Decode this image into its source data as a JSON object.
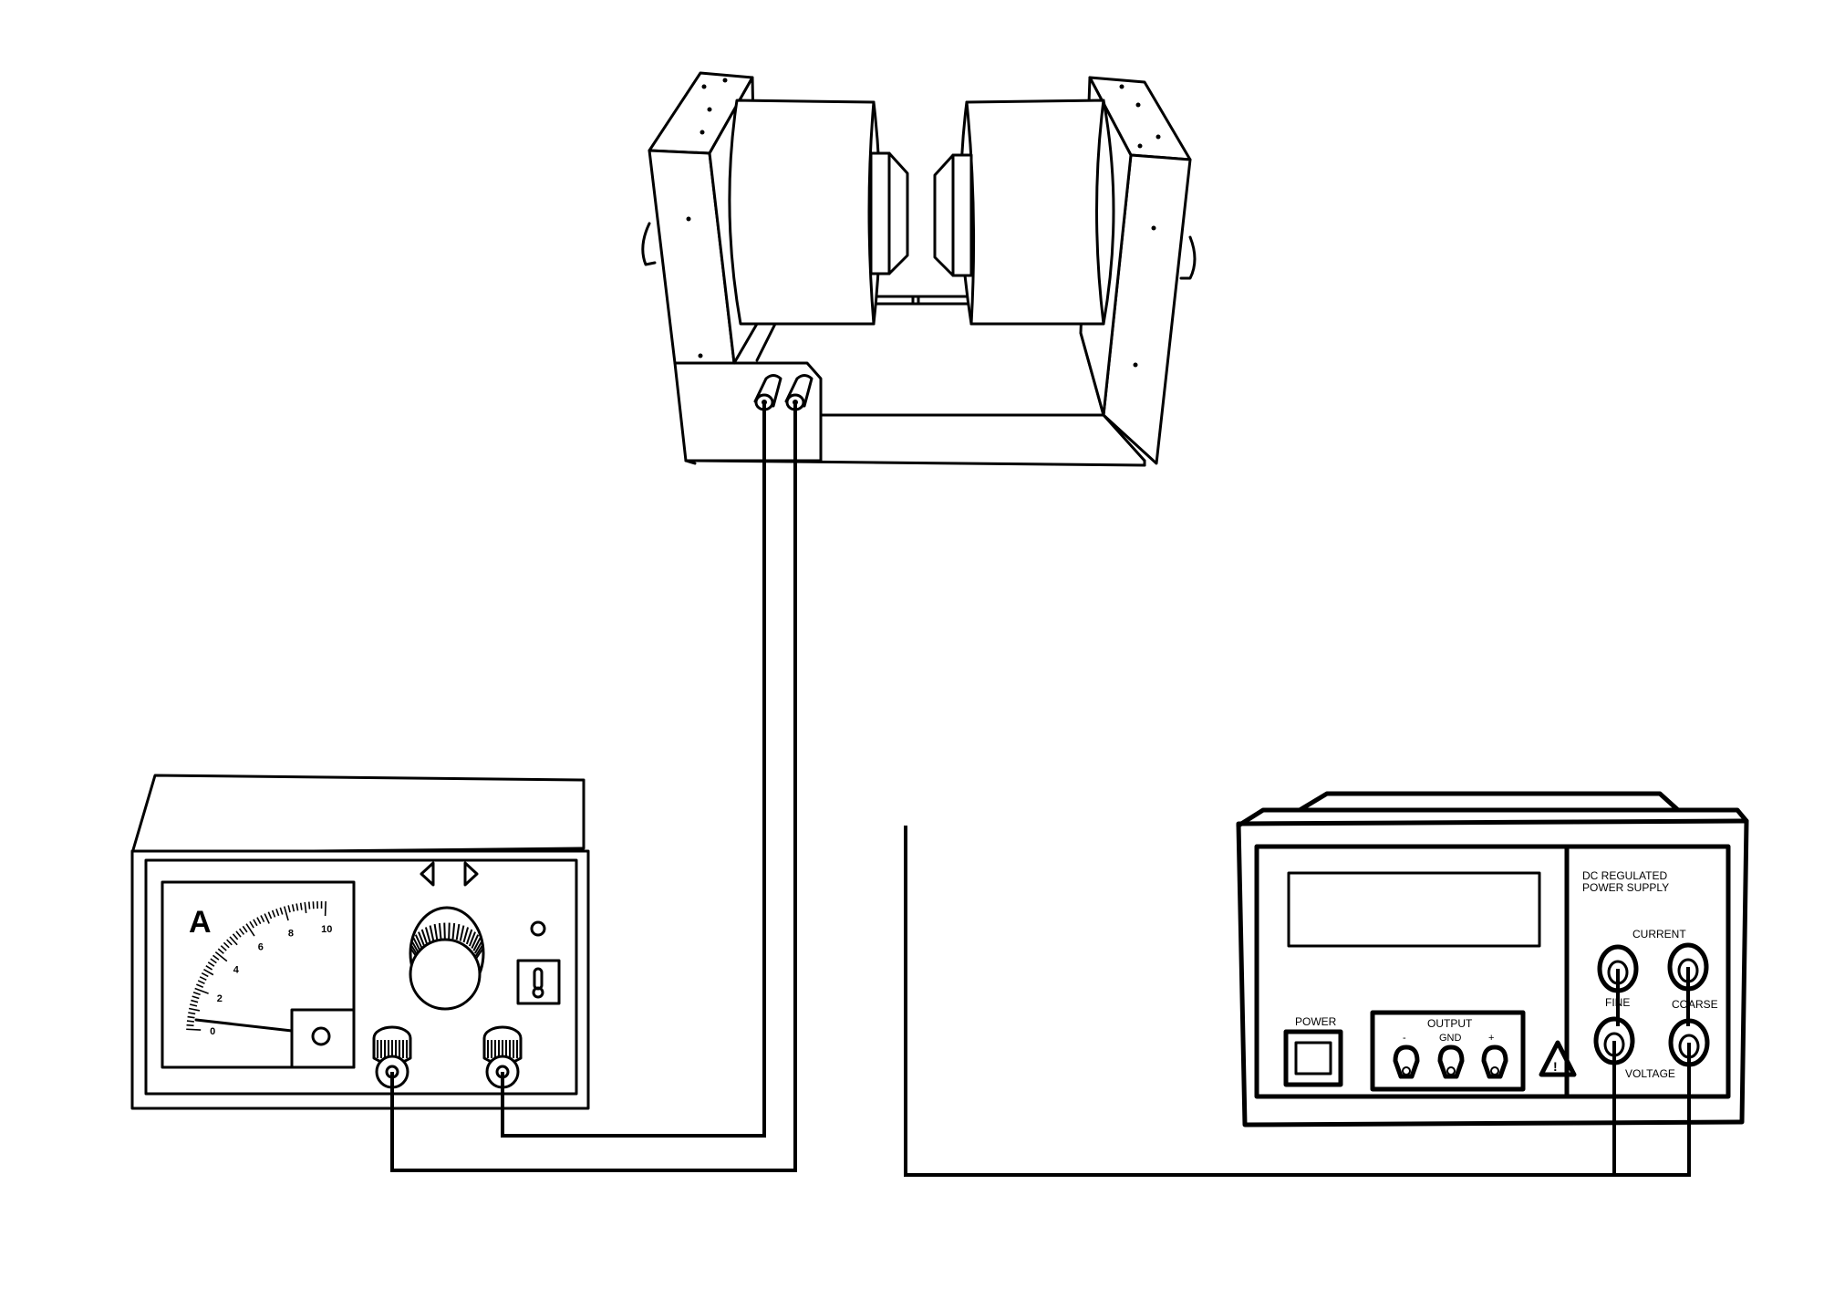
{
  "ammeter": {
    "unit_symbol": "A",
    "scale_labels": [
      "0",
      "2",
      "4",
      "6",
      "8",
      "10"
    ]
  },
  "power_supply": {
    "title_line1": "DC  REGULATED",
    "title_line2": "POWER SUPPLY",
    "power_label": "POWER",
    "output_label": "OUTPUT",
    "terminal_minus": "-",
    "terminal_gnd": "GND",
    "terminal_plus": "+",
    "current_label": "CURRENT",
    "fine_label": "FINE",
    "coarse_label": "COARSE",
    "voltage_label": "VOLTAGE",
    "warning_symbol": "!"
  }
}
